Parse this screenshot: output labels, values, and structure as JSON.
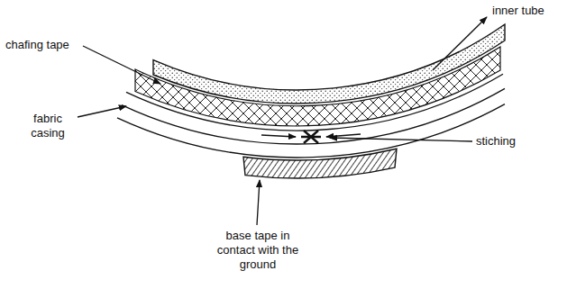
{
  "diagram": {
    "labels": [
      "inner tube",
      "chafing tape",
      "fabric casing",
      "stiching",
      "base tape in contact with the ground"
    ]
  }
}
